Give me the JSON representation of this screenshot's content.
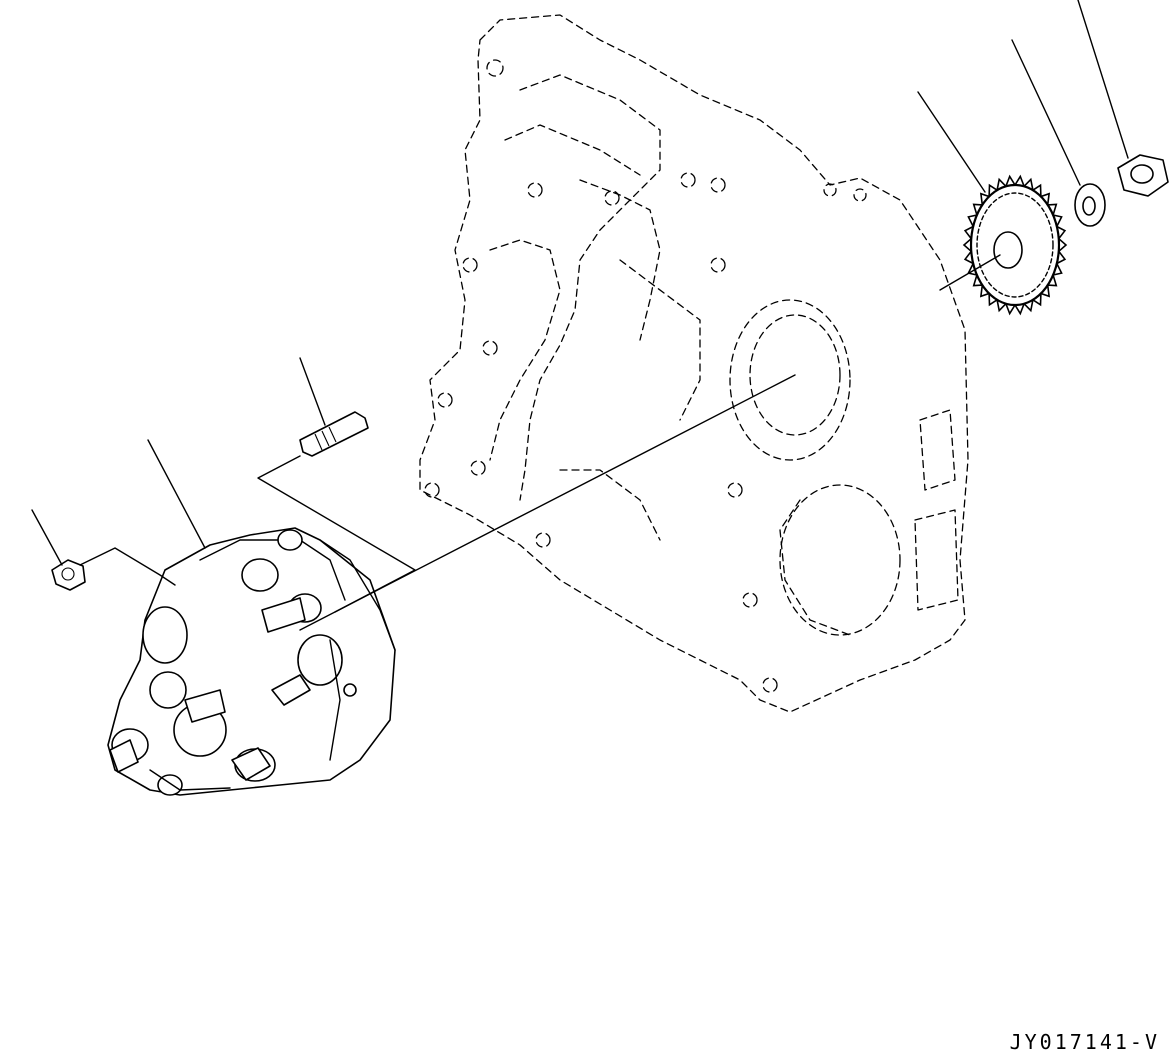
{
  "drawing": {
    "code": "JY017141-V"
  },
  "colors": {
    "ink": "#000000",
    "paper": "#ffffff"
  },
  "parts": [
    {
      "name": "fuel-pump-assembly",
      "icon": "pump-icon"
    },
    {
      "name": "nut",
      "icon": "nut-icon"
    },
    {
      "name": "stud-bolt",
      "icon": "stud-icon"
    },
    {
      "name": "drive-gear",
      "icon": "gear-icon"
    },
    {
      "name": "lock-washer",
      "icon": "washer-icon"
    },
    {
      "name": "hex-nut",
      "icon": "hex-nut-icon"
    },
    {
      "name": "gear-case-cover",
      "icon": "housing-icon"
    }
  ]
}
